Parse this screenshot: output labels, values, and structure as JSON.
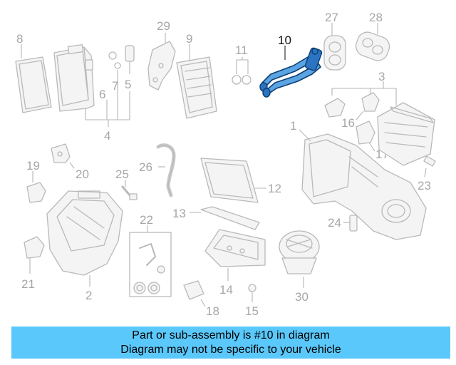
{
  "diagram": {
    "labels": {
      "l1": "1",
      "l2": "2",
      "l3": "3",
      "l4": "4",
      "l5": "5",
      "l6": "6",
      "l7": "7",
      "l8": "8",
      "l9": "9",
      "l10": "10",
      "l11": "11",
      "l12": "12",
      "l13": "13",
      "l14": "14",
      "l15": "15",
      "l16": "16",
      "l17": "17",
      "l18": "18",
      "l19": "19",
      "l20": "20",
      "l21": "21",
      "l22": "22",
      "l23": "23",
      "l24": "24",
      "l25": "25",
      "l26": "26",
      "l27": "27",
      "l28": "28",
      "l29": "29",
      "l30": "30"
    },
    "highlight_color": "#5ba4e3",
    "part_color": "#b9b9b9"
  },
  "banner": {
    "line1": "Part or sub-assembly is #10 in diagram",
    "line2": "Diagram may not be specific to your vehicle",
    "background": "#5ac8fa"
  }
}
